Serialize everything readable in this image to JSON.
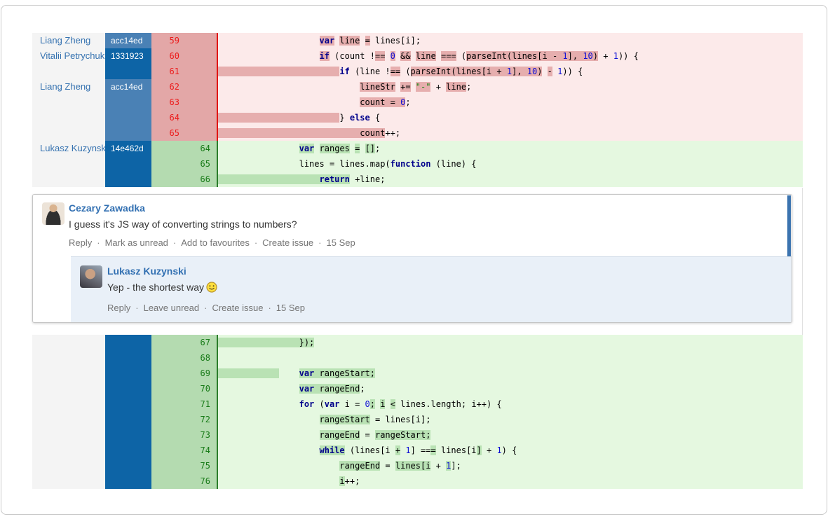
{
  "colors": {
    "author_text": "#3572b0",
    "commit_light": "#4a81b5",
    "commit_dark": "#0d64a6",
    "removed_gutter_bg": "#e3a7a7",
    "removed_number": "#ec1a1a",
    "removed_code_bg": "#fceaea",
    "removed_highlight": "#e6aeae",
    "removed_separator": "#e11412",
    "added_gutter_bg": "#b4dbb0",
    "added_number": "#177a17",
    "added_code_bg": "#e5f8e0",
    "added_highlight": "#b9e2b4",
    "added_separator": "#2b7d2b",
    "keyword": "#00008b",
    "number_token": "#0d0dd6",
    "string_token": "#108510",
    "comment_name": "#3270b2",
    "reply_bg": "#e9f0f8",
    "unread_bar": "#3b73af"
  },
  "diff": {
    "blocks": [
      {
        "id": "block-top",
        "rows": [
          {
            "author": "Liang Zheng",
            "commit": "acc14ed",
            "shade": "light",
            "old": "59",
            "new": "",
            "type": "rem",
            "segs": [
              {
                "t": "                    "
              },
              {
                "t": "var",
                "c": "kw",
                "h": 1
              },
              {
                "t": " "
              },
              {
                "t": "line",
                "h": 1
              },
              {
                "t": " "
              },
              {
                "t": "=",
                "h": 1
              },
              {
                "t": " lines[i];"
              }
            ]
          },
          {
            "author": "Vitalii Petrychuk",
            "commit": "1331923",
            "shade": "dark",
            "old": "60",
            "new": "",
            "type": "rem",
            "segs": [
              {
                "t": "                    "
              },
              {
                "t": "if",
                "c": "kw",
                "h": 1
              },
              {
                "t": " (count !"
              },
              {
                "t": "==",
                "h": 1
              },
              {
                "t": " "
              },
              {
                "t": "0",
                "c": "numtok",
                "h": 1
              },
              {
                "t": " "
              },
              {
                "t": "&&",
                "h": 1
              },
              {
                "t": " "
              },
              {
                "t": "line",
                "h": 1
              },
              {
                "t": " "
              },
              {
                "t": "===",
                "h": 1
              },
              {
                "t": " ("
              },
              {
                "t": "parseInt(lines[i ",
                "h": 1
              },
              {
                "t": "-",
                "h": 1
              },
              {
                "t": " ",
                "h": 1
              },
              {
                "t": "1",
                "c": "numtok",
                "h": 1
              },
              {
                "t": "], ",
                "h": 1
              },
              {
                "t": "10",
                "c": "numtok",
                "h": 1
              },
              {
                "t": ")",
                "h": 1
              },
              {
                "t": " + "
              },
              {
                "t": "1",
                "c": "numtok"
              },
              {
                "t": ")) {"
              }
            ]
          },
          {
            "author": "",
            "commit": "",
            "shade": "dark",
            "old": "61",
            "new": "",
            "type": "rem",
            "segs": [
              {
                "t": "                        ",
                "h": 1
              },
              {
                "t": "if",
                "c": "kw"
              },
              {
                "t": " (line !"
              },
              {
                "t": "==",
                "h": 1
              },
              {
                "t": " ("
              },
              {
                "t": "parseInt(lines[i + ",
                "h": 1
              },
              {
                "t": "1",
                "c": "numtok",
                "h": 1
              },
              {
                "t": "], ",
                "h": 1
              },
              {
                "t": "10",
                "c": "numtok",
                "h": 1
              },
              {
                "t": ")",
                "h": 1
              },
              {
                "t": " "
              },
              {
                "t": "-",
                "h": 1
              },
              {
                "t": " "
              },
              {
                "t": "1",
                "c": "numtok"
              },
              {
                "t": ")) {"
              }
            ]
          },
          {
            "author": "Liang Zheng",
            "commit": "acc14ed",
            "shade": "light",
            "old": "62",
            "new": "",
            "type": "rem",
            "segs": [
              {
                "t": "                            "
              },
              {
                "t": "lineStr",
                "h": 1
              },
              {
                "t": " "
              },
              {
                "t": "+=",
                "h": 1
              },
              {
                "t": " "
              },
              {
                "t": "\"-\"",
                "c": "strtok",
                "h": 1
              },
              {
                "t": " + "
              },
              {
                "t": "line",
                "h": 1
              },
              {
                "t": ";"
              }
            ]
          },
          {
            "author": "",
            "commit": "",
            "shade": "light",
            "old": "63",
            "new": "",
            "type": "rem",
            "segs": [
              {
                "t": "                            "
              },
              {
                "t": "count = ",
                "h": 1
              },
              {
                "t": "0",
                "c": "numtok",
                "h": 1
              },
              {
                "t": ";"
              }
            ]
          },
          {
            "author": "",
            "commit": "",
            "shade": "light",
            "old": "64",
            "new": "",
            "type": "rem",
            "segs": [
              {
                "t": "                        ",
                "h": 1
              },
              {
                "t": "} "
              },
              {
                "t": "else",
                "c": "kw"
              },
              {
                "t": " {"
              }
            ]
          },
          {
            "author": "",
            "commit": "",
            "shade": "light",
            "old": "65",
            "new": "",
            "type": "rem",
            "segs": [
              {
                "t": "                            ",
                "h": 1
              },
              {
                "t": "count",
                "h": 1
              },
              {
                "t": "++;"
              }
            ]
          },
          {
            "author": "Lukasz Kuzynski",
            "commit": "14e462d",
            "shade": "dark",
            "old": "",
            "new": "64",
            "type": "add",
            "segs": [
              {
                "t": "                "
              },
              {
                "t": "var",
                "c": "kw",
                "h": 1
              },
              {
                "t": " "
              },
              {
                "t": "ranges",
                "h": 1
              },
              {
                "t": " "
              },
              {
                "t": "=",
                "h": 1
              },
              {
                "t": " "
              },
              {
                "t": "[]",
                "h": 1
              },
              {
                "t": ";"
              }
            ]
          },
          {
            "author": "",
            "commit": "",
            "shade": "dark",
            "old": "",
            "new": "65",
            "type": "add",
            "segs": [
              {
                "t": "                "
              },
              {
                "t": "lines = lines.map("
              },
              {
                "t": "function",
                "c": "kw"
              },
              {
                "t": " (line) {"
              }
            ]
          },
          {
            "author": "",
            "commit": "",
            "shade": "dark",
            "old": "",
            "new": "66",
            "type": "add",
            "segs": [
              {
                "t": "                    ",
                "h": 1
              },
              {
                "t": "return",
                "c": "kw",
                "h": 1
              },
              {
                "t": " +line;"
              }
            ]
          }
        ]
      },
      {
        "id": "block-bottom",
        "rows": [
          {
            "author": "",
            "commit": "",
            "shade": "dark",
            "old": "",
            "new": "67",
            "type": "add",
            "segs": [
              {
                "t": "                ",
                "h": 1
              },
              {
                "t": "});",
                "h": 1
              }
            ]
          },
          {
            "author": "",
            "commit": "",
            "shade": "dark",
            "old": "",
            "new": "68",
            "type": "add",
            "segs": []
          },
          {
            "author": "",
            "commit": "",
            "shade": "dark",
            "old": "",
            "new": "69",
            "type": "add",
            "segs": [
              {
                "t": "            ",
                "h": 1
              },
              {
                "t": "    "
              },
              {
                "t": "var",
                "c": "kw",
                "h": 1
              },
              {
                "t": " ",
                "h": 1
              },
              {
                "t": "rangeStart;",
                "h": 1
              }
            ]
          },
          {
            "author": "",
            "commit": "",
            "shade": "dark",
            "old": "",
            "new": "70",
            "type": "add",
            "segs": [
              {
                "t": "                "
              },
              {
                "t": "var",
                "c": "kw",
                "h": 1
              },
              {
                "t": " ",
                "h": 1
              },
              {
                "t": "rangeEnd",
                "h": 1
              },
              {
                "t": ";"
              }
            ]
          },
          {
            "author": "",
            "commit": "",
            "shade": "dark",
            "old": "",
            "new": "71",
            "type": "add",
            "segs": [
              {
                "t": "                "
              },
              {
                "t": "for",
                "c": "kw"
              },
              {
                "t": " ("
              },
              {
                "t": "var",
                "c": "kw"
              },
              {
                "t": " i = "
              },
              {
                "t": "0",
                "c": "numtok"
              },
              {
                "t": ";",
                "h": 1
              },
              {
                "t": " "
              },
              {
                "t": "i",
                "h": 1
              },
              {
                "t": " "
              },
              {
                "t": "<",
                "h": 1
              },
              {
                "t": " lines.length; i++) {"
              }
            ]
          },
          {
            "author": "",
            "commit": "",
            "shade": "dark",
            "old": "",
            "new": "72",
            "type": "add",
            "segs": [
              {
                "t": "                    "
              },
              {
                "t": "rangeStart",
                "h": 1
              },
              {
                "t": " = lines[i];"
              }
            ]
          },
          {
            "author": "",
            "commit": "",
            "shade": "dark",
            "old": "",
            "new": "73",
            "type": "add",
            "segs": [
              {
                "t": "                    "
              },
              {
                "t": "rangeEnd",
                "h": 1
              },
              {
                "t": " = "
              },
              {
                "t": "rangeStart;",
                "h": 1
              }
            ]
          },
          {
            "author": "",
            "commit": "",
            "shade": "dark",
            "old": "",
            "new": "74",
            "type": "add",
            "segs": [
              {
                "t": "                    "
              },
              {
                "t": "while",
                "c": "kw",
                "h": 1
              },
              {
                "t": " (lines[i "
              },
              {
                "t": "+",
                "h": 1
              },
              {
                "t": " "
              },
              {
                "t": "1",
                "c": "numtok"
              },
              {
                "t": "] =="
              },
              {
                "t": "=",
                "h": 1
              },
              {
                "t": " lines[i"
              },
              {
                "t": "]",
                "h": 1
              },
              {
                "t": " + "
              },
              {
                "t": "1",
                "c": "numtok"
              },
              {
                "t": ") {"
              }
            ]
          },
          {
            "author": "",
            "commit": "",
            "shade": "dark",
            "old": "",
            "new": "75",
            "type": "add",
            "segs": [
              {
                "t": "                        "
              },
              {
                "t": "rangeEnd",
                "h": 1
              },
              {
                "t": " = "
              },
              {
                "t": "lines[i",
                "h": 1
              },
              {
                "t": " + "
              },
              {
                "t": "1",
                "c": "numtok",
                "h": 1
              },
              {
                "t": "];"
              }
            ]
          },
          {
            "author": "",
            "commit": "",
            "shade": "dark",
            "old": "",
            "new": "76",
            "type": "add",
            "segs": [
              {
                "t": "                        "
              },
              {
                "t": "i",
                "h": 1
              },
              {
                "t": "++;"
              }
            ]
          }
        ]
      }
    ]
  },
  "thread": {
    "comments": [
      {
        "author": "Cezary Zawadka",
        "body": "I guess it's JS way of converting strings to numbers?",
        "actions": [
          "Reply",
          "Mark as unread",
          "Add to favourites",
          "Create issue"
        ],
        "date": "15 Sep",
        "unread_bar": true
      },
      {
        "author": "Lukasz Kuzynski",
        "body": "Yep - the shortest way",
        "emoticon": "smile",
        "actions": [
          "Reply",
          "Leave unread",
          "Create issue"
        ],
        "date": "15 Sep"
      }
    ]
  }
}
